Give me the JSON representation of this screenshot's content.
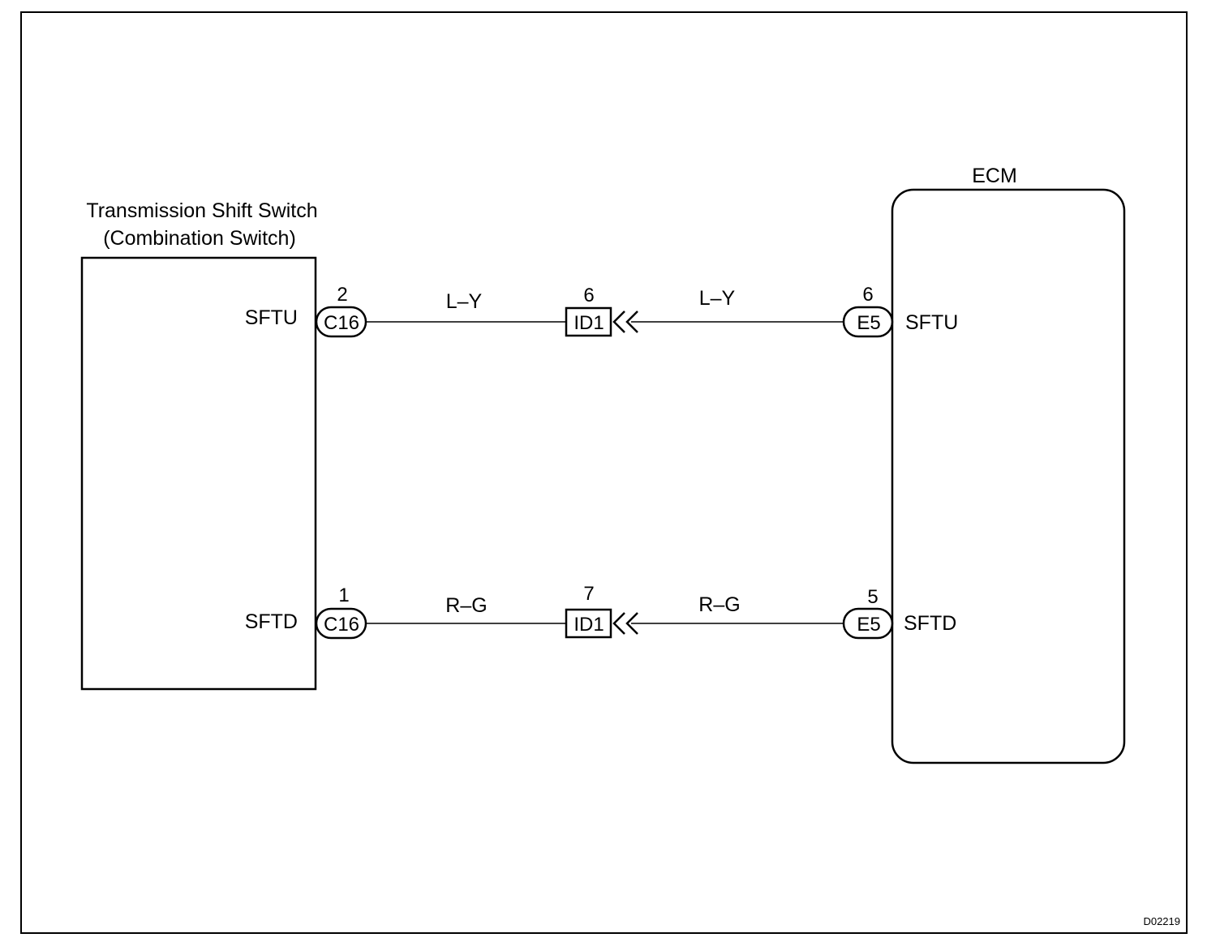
{
  "diagram": {
    "switch": {
      "title_line1": "Transmission Shift Switch",
      "title_line2": "(Combination Switch)",
      "pin_top_label": "SFTU",
      "pin_bottom_label": "SFTD"
    },
    "ecm": {
      "title": "ECM",
      "pin_top_label": "SFTU",
      "pin_bottom_label": "SFTD"
    },
    "circuits": [
      {
        "switch_connector": "C16",
        "switch_pin": "2",
        "wire_left": "L–Y",
        "junction_connector": "ID1",
        "junction_pin": "6",
        "wire_right": "L–Y",
        "ecm_connector": "E5",
        "ecm_pin": "6"
      },
      {
        "switch_connector": "C16",
        "switch_pin": "1",
        "wire_left": "R–G",
        "junction_connector": "ID1",
        "junction_pin": "7",
        "wire_right": "R–G",
        "ecm_connector": "E5",
        "ecm_pin": "5"
      }
    ],
    "figure_code": "D02219"
  }
}
